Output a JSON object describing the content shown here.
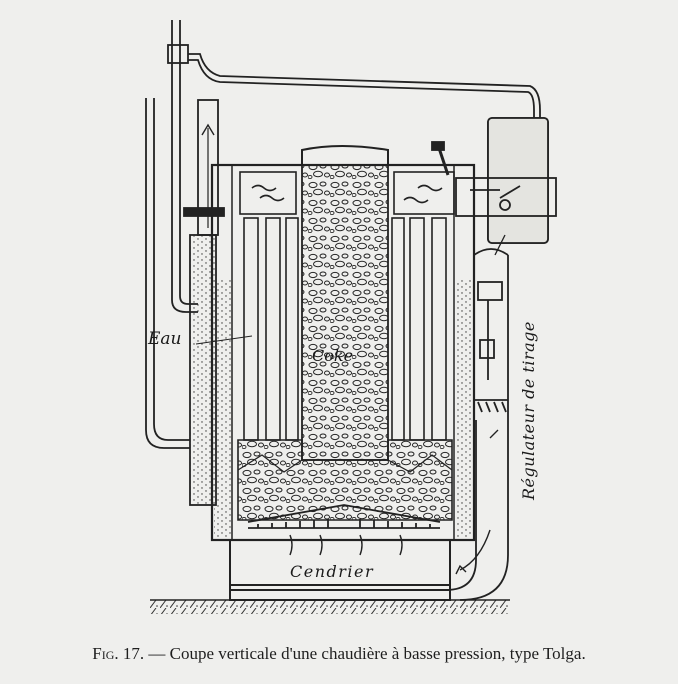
{
  "figure": {
    "labels": {
      "water": "Eau",
      "coke": "Coke",
      "ashpit": "Cendrier",
      "draft_regulator": "Régulateur de tirage"
    }
  },
  "caption": {
    "figure_number": "Fig. 17.",
    "separator": " — ",
    "text": "Coupe verticale d'une chaudière à basse pression, type Tolga."
  }
}
